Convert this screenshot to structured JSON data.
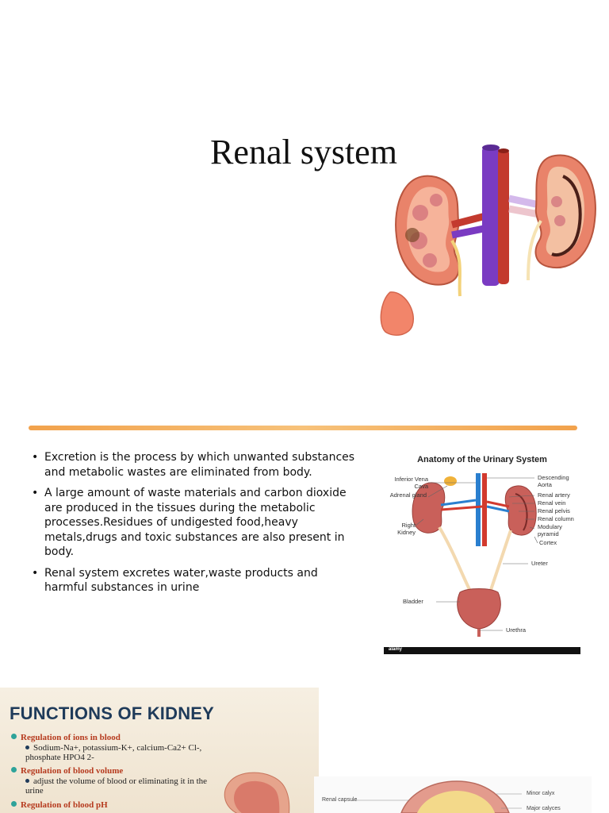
{
  "slide": {
    "title": "Renal system"
  },
  "bullets": [
    "Excretion is the process by which unwanted substances and metabolic wastes are eliminated from body.",
    "A large amount of waste materials and carbon dioxide are produced in the tissues during the metabolic processes.Residues of undigested food,heavy metals,drugs and toxic substances are also present in body.",
    "Renal system excretes water,waste products and harmful substances in urine"
  ],
  "anatomy": {
    "title": "Anatomy of the Urinary System",
    "labels_left": [
      "Inferior Vena Cava",
      "Adrenal gland",
      "Right Kidney",
      "Bladder"
    ],
    "labels_right": [
      "Descending Aorta",
      "Renal artery",
      "Renal vein",
      "Renal pelvis",
      "Renal column",
      "Modulary pyramid",
      "Cortex",
      "Ureter",
      "Urethra"
    ],
    "watermark": "alamy"
  },
  "functions": {
    "heading": "FUNCTIONS OF KIDNEY",
    "items": [
      {
        "main": "Regulation of ions in blood",
        "sub": "Sodium-Na+, potassium-K+, calcium-Ca2+ Cl-, phosphate HPO4 2-"
      },
      {
        "main": "Regulation of blood volume",
        "sub": "adjust the volume of blood or eliminating it in the urine"
      },
      {
        "main": "Regulation of blood pH",
        "sub": ""
      }
    ]
  },
  "kidney_section": {
    "labels_left": [
      "Renal capsule"
    ],
    "labels_right": [
      "Minor calyx",
      "Major calyces"
    ]
  },
  "colors": {
    "divider": "#f2a24c",
    "functions_heading": "#1f3b5a",
    "functions_main": "#b63a1e"
  }
}
